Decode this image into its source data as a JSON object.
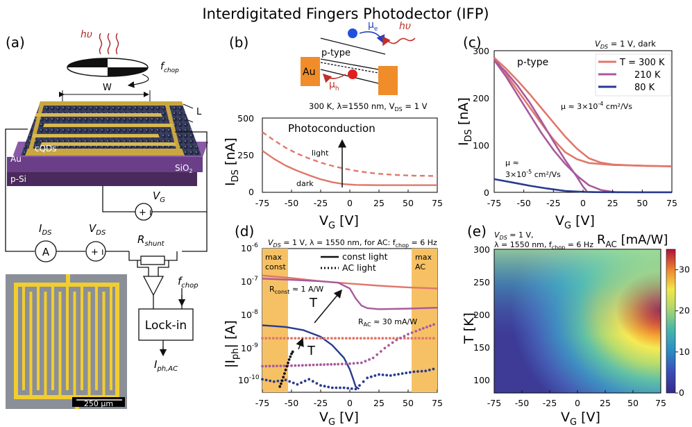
{
  "figure": {
    "title": "Interdigitated Fingers Photodector (IFP)",
    "panel_labels": [
      "(a)",
      "(b)",
      "(c)",
      "(d)",
      "(e)"
    ]
  },
  "panel_a": {
    "labels": {
      "hv": "hυ",
      "fchop": "f",
      "fchop_sub": "chop",
      "W": "W",
      "L": "L",
      "cqds": "cQDs",
      "au": "Au",
      "sio2": "SiO",
      "sio2_sub": "2",
      "psi": "p-Si",
      "vg": "V",
      "vg_sub": "G",
      "ids": "I",
      "ids_sub": "DS",
      "vds": "V",
      "vds_sub": "DS",
      "rshunt": "R",
      "rshunt_sub": "shunt",
      "ammeter": "A",
      "lockin": "Lock-in",
      "fchop2": "f",
      "fchop2_sub": "chop",
      "iphac": "I",
      "iphac_sub": "ph,AC",
      "scale": "250 µm"
    },
    "colors": {
      "gold": "#c9a640",
      "sio2": "#7a4f95",
      "psi": "#4a2a5c",
      "qd": "#2a2f4a",
      "micrograph_bg": "#8a8f98",
      "micrograph_gold": "#f2cd2e"
    }
  },
  "panel_b": {
    "inset": {
      "ptype": "p-type",
      "au": "Au",
      "mue": "µ",
      "mue_sub": "e",
      "muh": "µ",
      "muh_sub": "h",
      "hv": "hυ"
    },
    "condition": "300 K, λ=1550 nm, V",
    "condition_sub": "DS",
    "condition_end": " = 1 V",
    "annotation": "Photoconduction",
    "light_label": "light",
    "dark_label": "dark",
    "xlabel": "V",
    "xlabel_sub": "G",
    "xlabel_unit": " [V]",
    "ylabel": "I",
    "ylabel_sub": "DS",
    "ylabel_unit": " [nA]"
  },
  "panel_c": {
    "condition": "V",
    "condition_sub": "DS",
    "condition_end": " = 1 V, dark",
    "ptype": "p-type",
    "mobility_high": "µ ≈ 3×10",
    "mobility_high_sup": "-4",
    "mobility_high_end": " cm²/Vs",
    "mobility_low_1": "µ ≈",
    "mobility_low_2": "3×10",
    "mobility_low_sup": "-5",
    "mobility_low_end": " cm²/Vs",
    "xlabel": "V",
    "xlabel_sub": "G",
    "xlabel_unit": " [V]",
    "ylabel": "I",
    "ylabel_sub": "DS",
    "ylabel_unit": " [nA]"
  },
  "panel_d": {
    "condition": "V",
    "condition_sub": "DS",
    "condition_mid": " = 1 V, λ = 1550 nm, for AC: f",
    "condition_sub2": "chop",
    "condition_end": " = 6 Hz",
    "max_const": [
      "max",
      "const"
    ],
    "max_ac": [
      "max",
      "AC"
    ],
    "legend_const": "const light",
    "legend_ac": "AC light",
    "rconst": "R",
    "rconst_sub": "const",
    "rconst_end": " ≈ 1 A/W",
    "rac": "R",
    "rac_sub": "AC",
    "rac_end": " ≈ 30 mA/W",
    "T": "T",
    "xlabel": "V",
    "xlabel_sub": "G",
    "xlabel_unit": " [V]",
    "ylabel": "|I",
    "ylabel_sub": "ph",
    "ylabel_unit": "| [A]",
    "highlight_color": "#f6c165"
  },
  "panel_e": {
    "condition_1": "V",
    "condition_1_sub": "DS",
    "condition_1_end": " = 1 V,",
    "condition_2": "λ = 1550 nm, f",
    "condition_2_sub": "chop",
    "condition_2_end": " = 6 Hz",
    "colorbar_label": "R",
    "colorbar_label_sub": "AC",
    "colorbar_label_unit": " [mA/W]",
    "xlabel": "V",
    "xlabel_sub": "G",
    "xlabel_unit": " [V]",
    "ylabel": "T [K]"
  },
  "chart_data": [
    {
      "type": "line",
      "panel": "b",
      "xlim": [
        -75,
        75
      ],
      "ylim": [
        0,
        500
      ],
      "xticks": [
        -75,
        -50,
        -25,
        0,
        25,
        50,
        75
      ],
      "yticks": [
        0,
        250,
        500
      ],
      "series": [
        {
          "name": "dark",
          "style": "solid",
          "color": "#e0776a",
          "x": [
            -75,
            -65,
            -55,
            -45,
            -35,
            -25,
            -15,
            -5,
            5,
            15,
            25,
            40,
            55,
            75
          ],
          "y": [
            280,
            225,
            180,
            145,
            115,
            88,
            68,
            55,
            50,
            49,
            48,
            48,
            48,
            48
          ]
        },
        {
          "name": "light",
          "style": "dashed",
          "color": "#e0776a",
          "x": [
            -75,
            -65,
            -55,
            -45,
            -35,
            -25,
            -15,
            -5,
            5,
            15,
            25,
            40,
            55,
            75
          ],
          "y": [
            405,
            350,
            300,
            260,
            228,
            200,
            178,
            160,
            145,
            133,
            125,
            117,
            112,
            110
          ]
        }
      ]
    },
    {
      "type": "line",
      "panel": "c",
      "xlim": [
        -75,
        75
      ],
      "ylim": [
        0,
        300
      ],
      "xticks": [
        -75,
        -50,
        -25,
        0,
        25,
        50,
        75
      ],
      "yticks": [
        0,
        100,
        200,
        300
      ],
      "series": [
        {
          "name": "T = 300 K",
          "color": "#e0776a",
          "x": [
            -75,
            -65,
            -55,
            -45,
            -35,
            -25,
            -15,
            -5,
            5,
            15,
            25,
            40,
            55,
            75
          ],
          "y": [
            285,
            250,
            215,
            180,
            145,
            112,
            85,
            70,
            62,
            60,
            58,
            57,
            56,
            55
          ]
        },
        {
          "name": "T = 300 K (reverse)",
          "color": "#e0776a",
          "x": [
            -75,
            -65,
            -55,
            -45,
            -35,
            -25,
            -15,
            -5,
            5,
            15,
            25,
            40,
            55,
            75
          ],
          "y": [
            285,
            262,
            236,
            208,
            178,
            148,
            118,
            92,
            72,
            63,
            59,
            57,
            56,
            55
          ]
        },
        {
          "name": "210 K",
          "color": "#a85a9c",
          "x": [
            -75,
            -65,
            -55,
            -45,
            -35,
            -25,
            -15,
            -5,
            5,
            15,
            25,
            30
          ],
          "y": [
            280,
            245,
            205,
            165,
            125,
            90,
            60,
            35,
            15,
            5,
            1,
            0
          ]
        },
        {
          "name": "210 K (reverse)",
          "color": "#a85a9c",
          "x": [
            -75,
            -65,
            -55,
            -45,
            -35,
            -25,
            -15,
            -5,
            0,
            3
          ],
          "y": [
            280,
            255,
            225,
            190,
            150,
            108,
            68,
            32,
            12,
            3
          ]
        },
        {
          "name": "80 K",
          "color": "#273b8e",
          "x": [
            -75,
            -60,
            -45,
            -30,
            -15,
            0,
            10,
            25,
            50,
            75
          ],
          "y": [
            28,
            21,
            14,
            8,
            3,
            1,
            0.5,
            0.3,
            0.2,
            0.2
          ]
        }
      ]
    },
    {
      "type": "line",
      "panel": "d",
      "yscale": "log",
      "xlim": [
        -75,
        75
      ],
      "ylim": [
        4e-11,
        1e-06
      ],
      "xticks": [
        -75,
        -50,
        -25,
        0,
        25,
        50,
        75
      ],
      "yticks": [
        1e-10,
        1e-09,
        1e-08,
        1e-07,
        1e-06
      ],
      "series": [
        {
          "name": "const light 300 K",
          "style": "solid",
          "color": "#e0776a",
          "x": [
            -75,
            -50,
            -25,
            0,
            25,
            50,
            75
          ],
          "y": [
            1.5e-07,
            1.25e-07,
            1e-07,
            8.5e-08,
            7.3e-08,
            6.5e-08,
            6e-08
          ]
        },
        {
          "name": "const light 210 K",
          "style": "solid",
          "color": "#a85a9c",
          "x": [
            -75,
            -50,
            -25,
            -10,
            0,
            5,
            10,
            15,
            25,
            50,
            75
          ],
          "y": [
            1.2e-07,
            1.1e-07,
            1e-07,
            9e-08,
            6e-08,
            3e-08,
            1.8e-08,
            1.5e-08,
            1.4e-08,
            1.45e-08,
            1.55e-08
          ]
        },
        {
          "name": "const light 80 K",
          "style": "solid",
          "color": "#273b8e",
          "x": [
            -75,
            -55,
            -40,
            -25,
            -15,
            -5,
            0,
            3,
            5,
            8
          ],
          "y": [
            4.5e-09,
            4e-09,
            3.2e-09,
            2e-09,
            1.1e-09,
            4.5e-10,
            2e-10,
            1e-10,
            6e-11,
            5e-11
          ]
        },
        {
          "name": "AC light 300 K",
          "style": "dotted",
          "color": "#e0776a",
          "x": [
            -75,
            -50,
            -25,
            0,
            25,
            50,
            75
          ],
          "y": [
            1.8e-09,
            1.8e-09,
            1.8e-09,
            1.8e-09,
            1.8e-09,
            1.8e-09,
            1.8e-09
          ]
        },
        {
          "name": "AC light 210 K",
          "style": "dotted",
          "color": "#a85a9c",
          "x": [
            -75,
            -50,
            -25,
            -10,
            0,
            10,
            20,
            30,
            40,
            50,
            60,
            75
          ],
          "y": [
            2.5e-10,
            2.6e-10,
            2.8e-10,
            2.9e-10,
            3e-10,
            3.2e-10,
            4.5e-10,
            9e-10,
            1.6e-09,
            2.4e-09,
            3.3e-09,
            5.2e-09
          ]
        },
        {
          "name": "AC light 80 K",
          "style": "dotted",
          "color": "#273b8e",
          "x": [
            -75,
            -65,
            -55,
            -45,
            -35,
            -25,
            -15,
            -5,
            5,
            15,
            25,
            35,
            45,
            55,
            65,
            75
          ],
          "y": [
            1e-10,
            8.5e-11,
            9.5e-11,
            7e-11,
            1e-10,
            6.5e-11,
            5.5e-11,
            5.5e-11,
            5e-11,
            1.1e-10,
            1.4e-10,
            1.3e-10,
            1.5e-10,
            1.7e-10,
            1.8e-10,
            2.2e-10
          ]
        },
        {
          "name": "AC light low-T",
          "style": "dotted",
          "color": "#111111",
          "x": [
            -60,
            -58,
            -56,
            -54,
            -52,
            -50,
            -48
          ],
          "y": [
            6e-11,
            9e-11,
            1.5e-10,
            2.5e-10,
            4e-10,
            6e-10,
            8e-10
          ]
        }
      ],
      "highlight_regions": [
        [
          -75,
          -53
        ],
        [
          53,
          75
        ]
      ]
    },
    {
      "type": "heatmap",
      "panel": "e",
      "xlim": [
        -75,
        75
      ],
      "ylim": [
        80,
        300
      ],
      "xticks": [
        -75,
        -50,
        -25,
        0,
        25,
        50,
        75
      ],
      "yticks": [
        100,
        150,
        200,
        250,
        300
      ],
      "colorbar": {
        "min": 0,
        "max": 35,
        "ticks": [
          0,
          10,
          20,
          30
        ]
      },
      "hotspot": {
        "x": 75,
        "y": 210,
        "value": 34
      }
    }
  ]
}
